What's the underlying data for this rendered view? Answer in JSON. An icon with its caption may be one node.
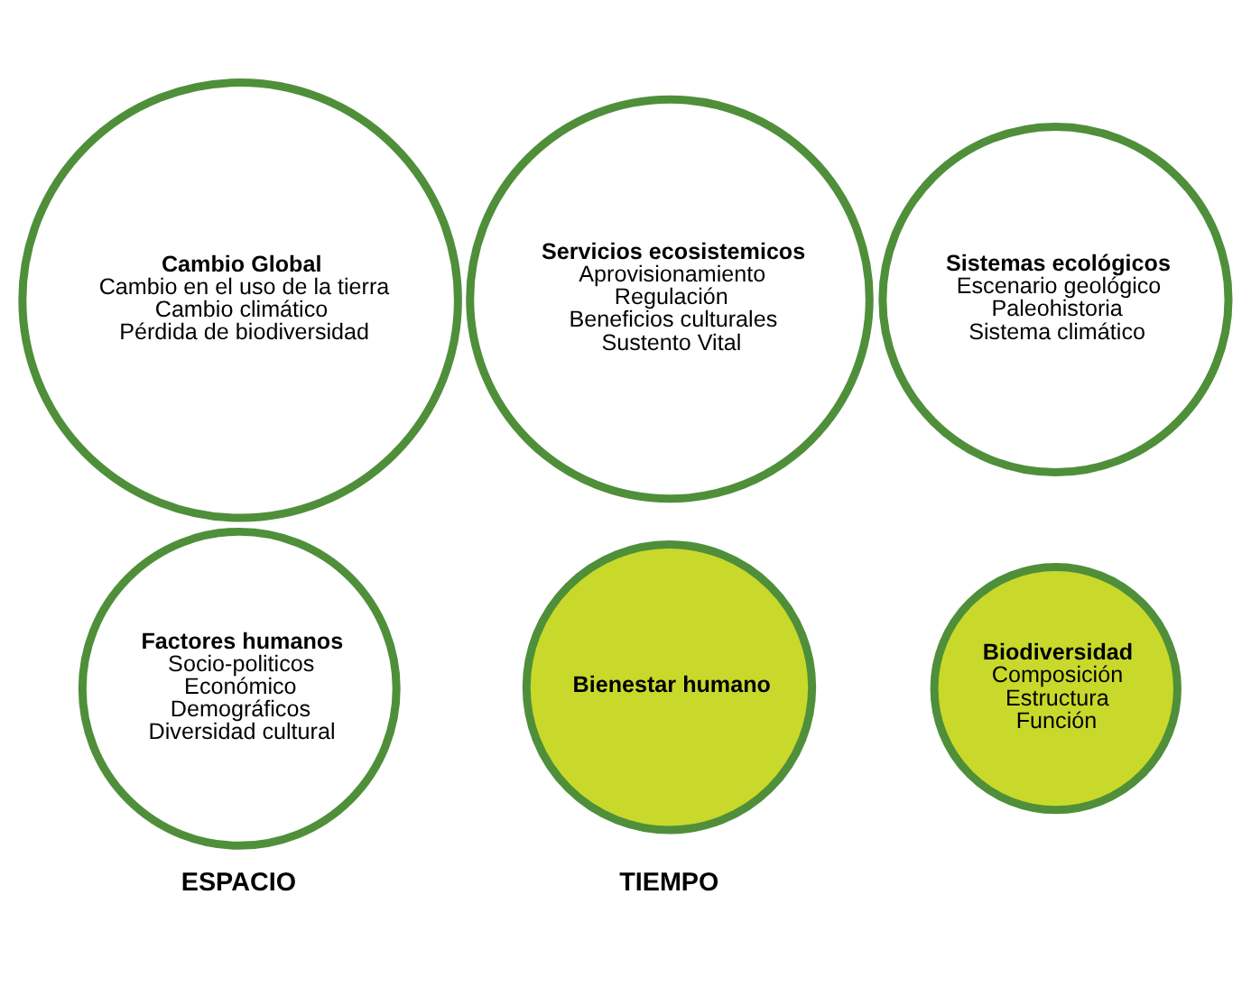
{
  "diagram": {
    "nodes": [
      {
        "text": [
          "Factores humanos",
          "Socio-politicos",
          "Económico",
          "Demográficos",
          "Diversidad cultural"
        ]
      },
      {
        "text": [
          "Bienestar humano"
        ]
      },
      {
        "text": [
          "Servicios ecosistemicos",
          "Aprovisionamiento",
          "Regulación",
          "Beneficios culturales",
          "Sustento Vital"
        ]
      },
      {
        "text": [
          "Cambio Global",
          "Cambio en el uso de la tierra",
          "Cambio climático",
          "Pérdida de biodiversidad"
        ]
      },
      {
        "text": [
          "Sistemas ecológicos",
          "Escenario geológico",
          "Paleohistoria",
          "Sistema climático"
        ]
      },
      {
        "text": [
          "Biodiversidad",
          "Composición",
          "Estructura",
          "Función"
        ]
      }
    ],
    "edges": [],
    "labels": [
      "ESPACIO",
      "TIEMPO"
    ]
  }
}
